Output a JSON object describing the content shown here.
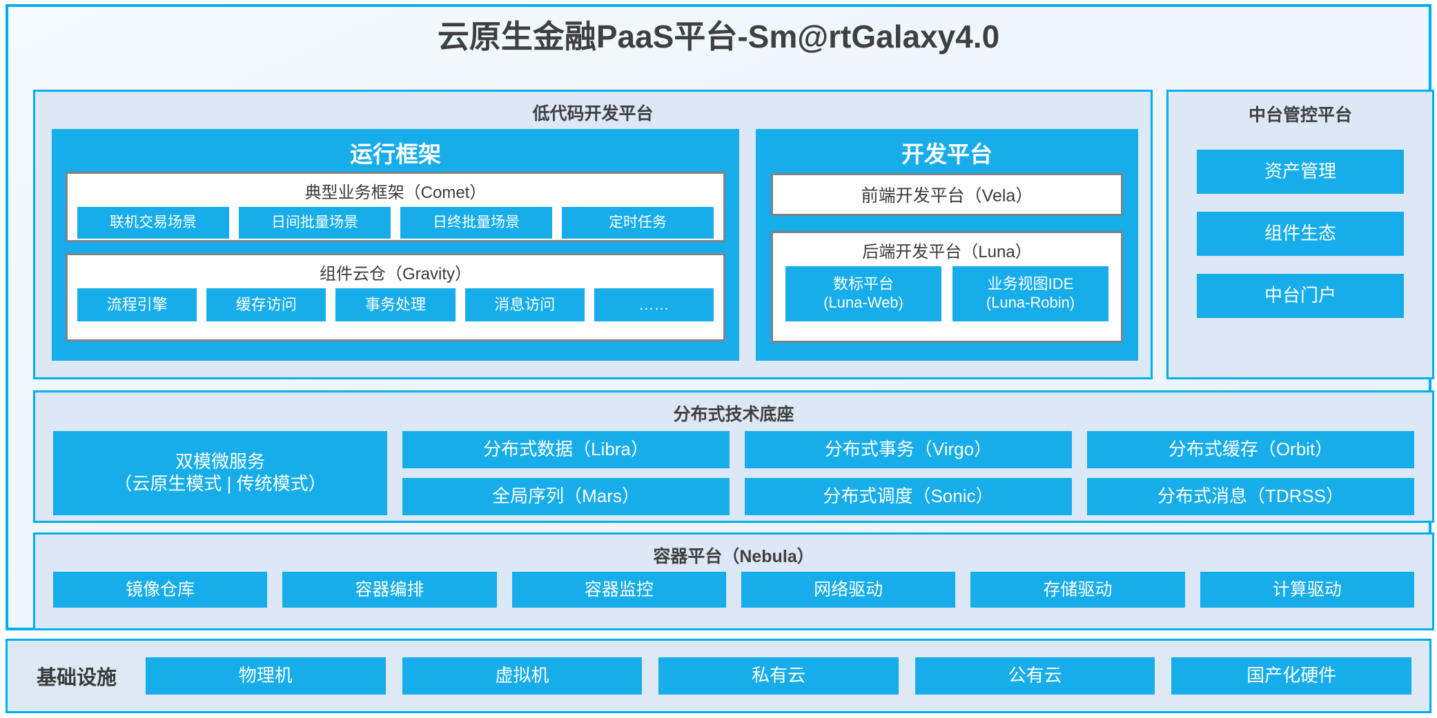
{
  "title": "云原生金融PaaS平台-Sm@rtGalaxy4.0",
  "colors": {
    "accent": "#00aeef",
    "chip": "#16adea",
    "section_bg": "#dce8f5",
    "panel_bg": "#eef7fc",
    "box_border": "#808285",
    "text": "#3a3a3a"
  },
  "lowcode": {
    "title": "低代码开发平台",
    "runtime": {
      "title": "运行框架",
      "comet": {
        "title": "典型业务框架（Comet）",
        "items": [
          "联机交易场景",
          "日间批量场景",
          "日终批量场景",
          "定时任务"
        ]
      },
      "gravity": {
        "title": "组件云仓（Gravity）",
        "items": [
          "流程引擎",
          "缓存访问",
          "事务处理",
          "消息访问",
          "……"
        ]
      }
    },
    "devplatform": {
      "title": "开发平台",
      "frontend": "前端开发平台（Vela）",
      "backend": {
        "title": "后端开发平台（Luna）",
        "items": [
          {
            "name": "数标平台",
            "code": "(Luna-Web)"
          },
          {
            "name": "业务视图IDE",
            "code": "(Luna-Robin)"
          }
        ]
      }
    }
  },
  "midplatform": {
    "title": "中台管控平台",
    "items": [
      "资产管理",
      "组件生态",
      "中台门户"
    ]
  },
  "distributed": {
    "title": "分布式技术底座",
    "microservice": {
      "line1": "双模微服务",
      "line2": "（云原生模式 | 传统模式）"
    },
    "columns": [
      [
        "分布式数据（Libra）",
        "全局序列（Mars）"
      ],
      [
        "分布式事务（Virgo）",
        "分布式调度（Sonic）"
      ],
      [
        "分布式缓存（Orbit）",
        "分布式消息（TDRSS）"
      ]
    ]
  },
  "container": {
    "title": "容器平台（Nebula）",
    "items": [
      "镜像仓库",
      "容器编排",
      "容器监控",
      "网络驱动",
      "存储驱动",
      "计算驱动"
    ]
  },
  "infrastructure": {
    "label": "基础设施",
    "items": [
      "物理机",
      "虚拟机",
      "私有云",
      "公有云",
      "国产化硬件"
    ]
  }
}
